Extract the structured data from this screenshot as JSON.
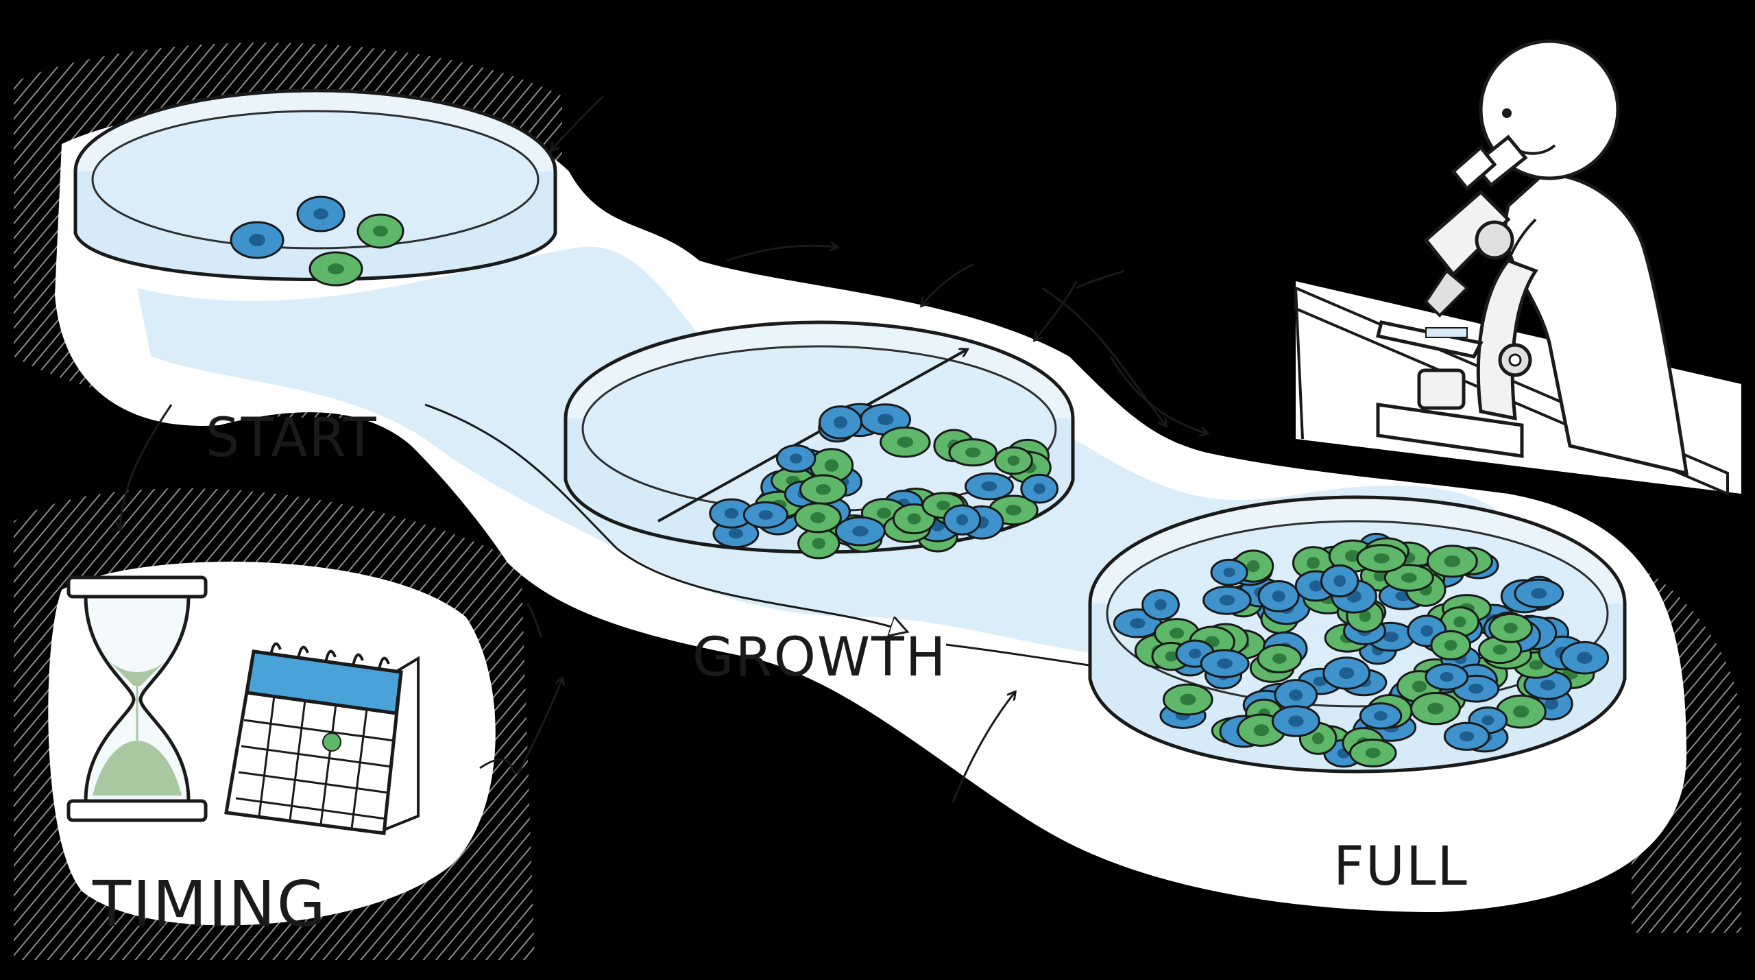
{
  "labels": {
    "start": "START",
    "growth": "GROWTH",
    "full": "FULL",
    "timing": "TIMING"
  },
  "stages": [
    {
      "label_key": "start",
      "cell_density": "sparse"
    },
    {
      "label_key": "growth",
      "cell_density": "medium"
    },
    {
      "label_key": "full",
      "cell_density": "dense"
    }
  ],
  "icons": [
    "petri-dish-icon",
    "hourglass-icon",
    "calendar-icon",
    "microscope-icon",
    "person-icon",
    "arrow-icon"
  ],
  "colors": {
    "background": "#000000",
    "paper": "#ffffff",
    "liquid": "#d6ebf7",
    "glass": "#e9f4fb",
    "cell_blue": "#3f93cc",
    "cell_blue_nucleus": "#1f5f8f",
    "cell_green": "#5fb86a",
    "cell_green_nucleus": "#2f7a3d",
    "ink": "#1a1a1a",
    "calendar_header": "#4aa3d8",
    "calendar_dot": "#5fb86a",
    "sand": "#a9c7a0"
  }
}
